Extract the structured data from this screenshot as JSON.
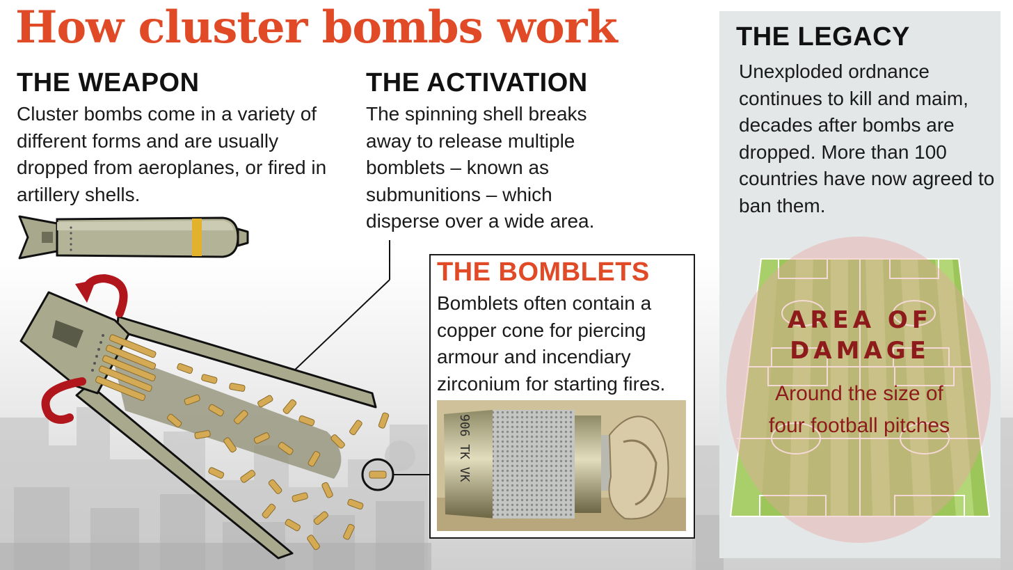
{
  "title": "How cluster bombs work",
  "weapon": {
    "heading": "THE WEAPON",
    "text": "Cluster bombs come in a variety of different forms and are usually dropped from aeroplanes, or fired in artillery shells."
  },
  "activation": {
    "heading": "THE ACTIVATION",
    "text": "The spinning shell breaks away to release multiple bomblets – known as submunitions – which disperse over a wide area."
  },
  "bomblets": {
    "heading": "THE BOMBLETS",
    "text": "Bomblets often contain a copper cone for piercing armour and incendiary zirconium for starting fires.",
    "photo_marking": "906 TK VK"
  },
  "legacy": {
    "heading": "THE LEGACY",
    "text": "Unexploded ordnance continues to kill and maim, decades after bombs are dropped. More than 100 countries have now agreed to ban them."
  },
  "damage": {
    "heading_line1": "AREA OF",
    "heading_line2": "DAMAGE",
    "text": "Around the size of four football pitches"
  },
  "colors": {
    "accent": "#e04a26",
    "damage": "#8e1b1b",
    "bomb_body": "#a8a88c",
    "bomblet_gold": "#d4aa55",
    "pitch_green": "#9cc55a",
    "rotation_arrow": "#b0161b"
  },
  "icons": {
    "aerial_bomb": "aerial-bomb-illustration",
    "cluster_shell": "cluster-shell-illustration",
    "rotation": "rotation-arrow-icon",
    "magnifier": "magnifier-circle-icon",
    "pitch": "football-pitch-illustration"
  }
}
